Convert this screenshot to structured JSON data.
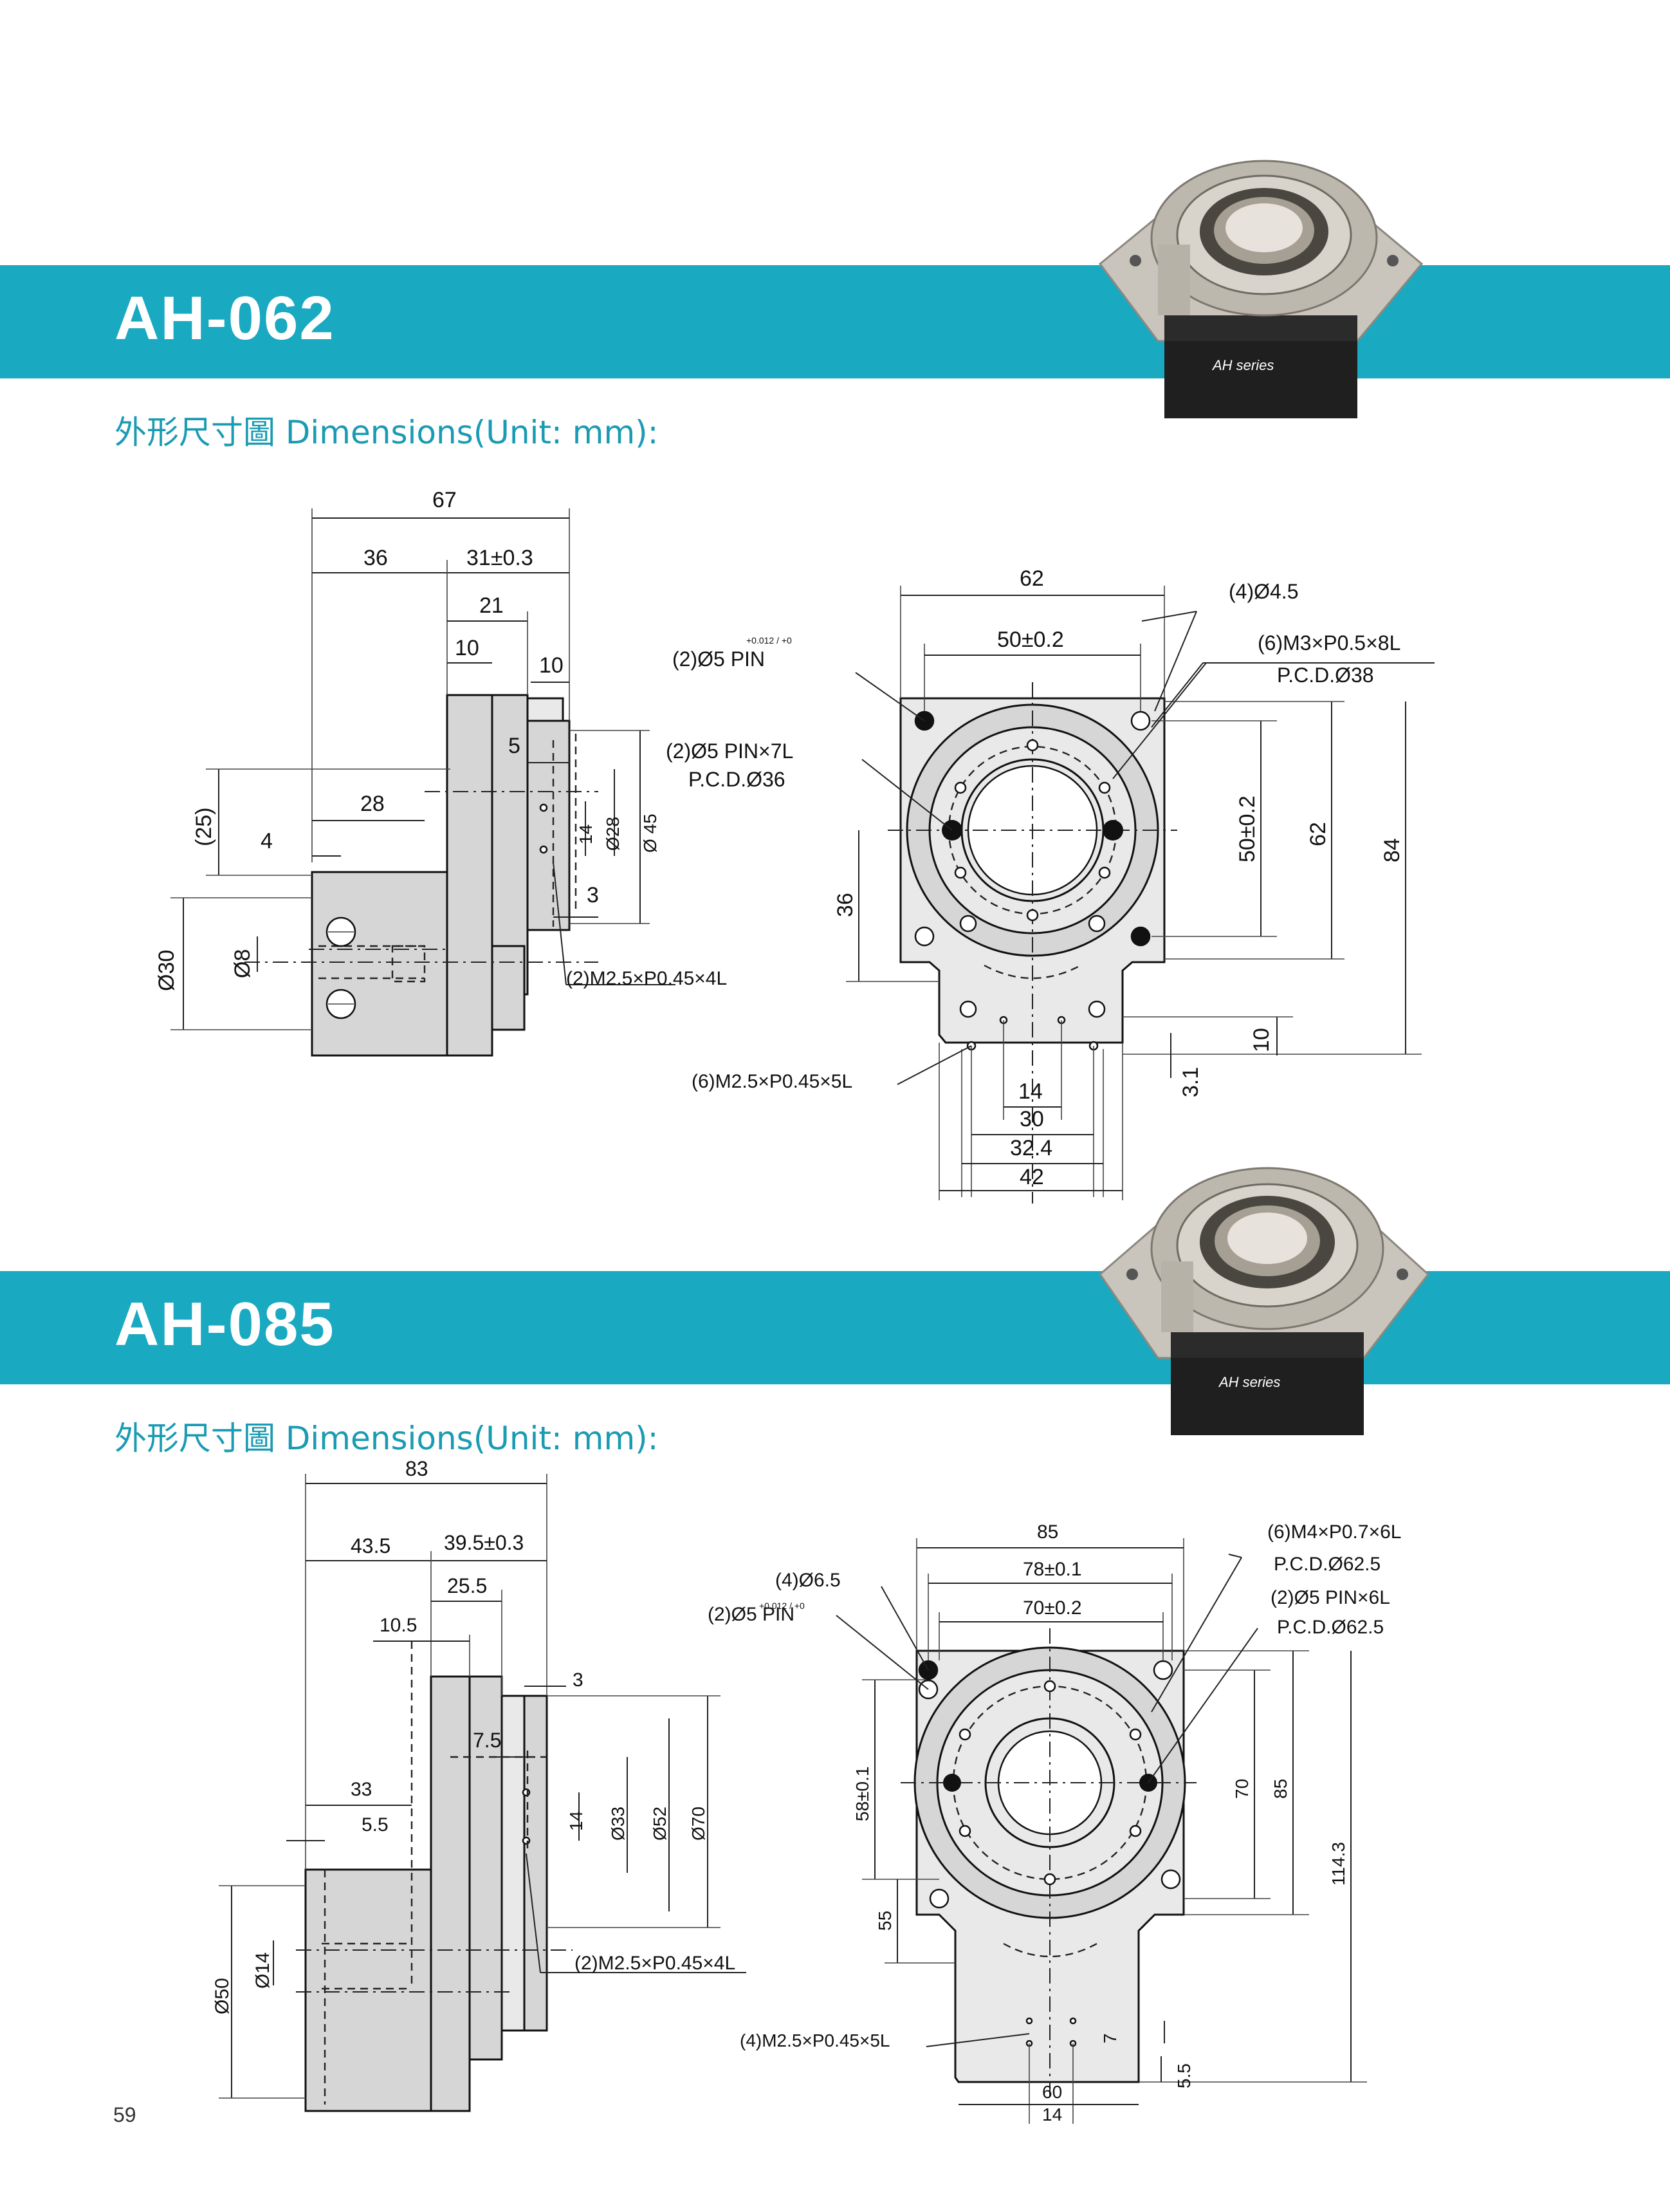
{
  "page_number": "59",
  "sections": [
    {
      "model": "AH-062",
      "subtitle": "外形尺寸圖 Dimensions(Unit: mm):",
      "photo_label": "AH series",
      "side_view": {
        "dims": [
          "67",
          "36",
          "31±0.3",
          "21",
          "10",
          "10",
          "5",
          "28",
          "(25)",
          "4",
          "14",
          "Ø28",
          "Ø 45",
          "3",
          "Ø30",
          "Ø8"
        ],
        "callout": "(2)M2.5×P0.45×4L"
      },
      "front_view": {
        "dims": [
          "62",
          "50±0.2",
          "36",
          "50±0.2",
          "62",
          "84",
          "10",
          "3.1",
          "14",
          "30",
          "32.4",
          "42"
        ],
        "callouts": [
          "(4)Ø4.5",
          "(6)M3×P0.5×8L",
          "P.C.D.Ø38",
          "(2)Ø5 PIN",
          "(2)Ø5 PIN×7L",
          "P.C.D.Ø36",
          "(6)M2.5×P0.45×5L"
        ],
        "tolerance": "+0.012 / +0"
      }
    },
    {
      "model": "AH-085",
      "subtitle": "外形尺寸圖 Dimensions(Unit: mm):",
      "photo_label": "AH series",
      "side_view": {
        "dims": [
          "83",
          "43.5",
          "39.5±0.3",
          "25.5",
          "10.5",
          "3",
          "7.5",
          "33",
          "5.5",
          "14",
          "Ø33",
          "Ø52",
          "Ø70",
          "Ø50",
          "Ø14"
        ],
        "callout": "(2)M2.5×P0.45×4L"
      },
      "front_view": {
        "dims": [
          "85",
          "78±0.1",
          "70±0.2",
          "58±0.1",
          "55",
          "70",
          "85",
          "114.3",
          "7",
          "5.5",
          "14",
          "60"
        ],
        "callouts": [
          "(6)M4×P0.7×6L",
          "P.C.D.Ø62.5",
          "(4)Ø6.5",
          "(2)Ø5 PIN",
          "(2)Ø5 PIN×6L",
          "P.C.D.Ø62.5",
          "(4)M2.5×P0.45×5L"
        ],
        "tolerance": "+0.012 / +0"
      }
    }
  ]
}
